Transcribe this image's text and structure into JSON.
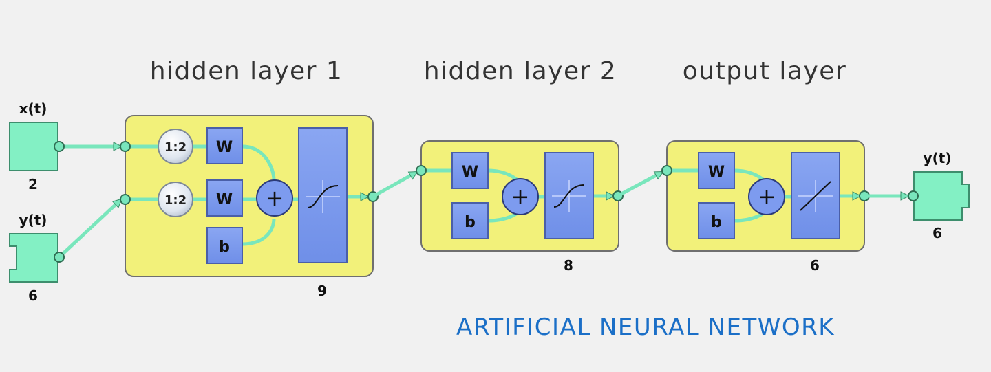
{
  "layers": [
    {
      "title": "hidden layer 1",
      "size": "9",
      "transfer": "tansig"
    },
    {
      "title": "hidden layer 2",
      "size": "8",
      "transfer": "tansig"
    },
    {
      "title": "output layer",
      "size": "6",
      "transfer": "purelin"
    }
  ],
  "inputs": [
    {
      "label": "x(t)",
      "size": "2"
    },
    {
      "label": "y(t)",
      "size": "6"
    }
  ],
  "output": {
    "label": "y(t)",
    "size": "6"
  },
  "blocks": {
    "weight": "W",
    "bias": "b",
    "delay": "1:2",
    "sum": "+"
  },
  "footer": "ARTIFICIAL NEURAL NETWORK",
  "colors": {
    "background": "#f1f1f1",
    "layer_fill": "#f2f17a",
    "block_fill": "#7d9bef",
    "connector": "#79e6bc",
    "io_fill": "#83f0c4",
    "footer_text": "#1b6fc7"
  }
}
